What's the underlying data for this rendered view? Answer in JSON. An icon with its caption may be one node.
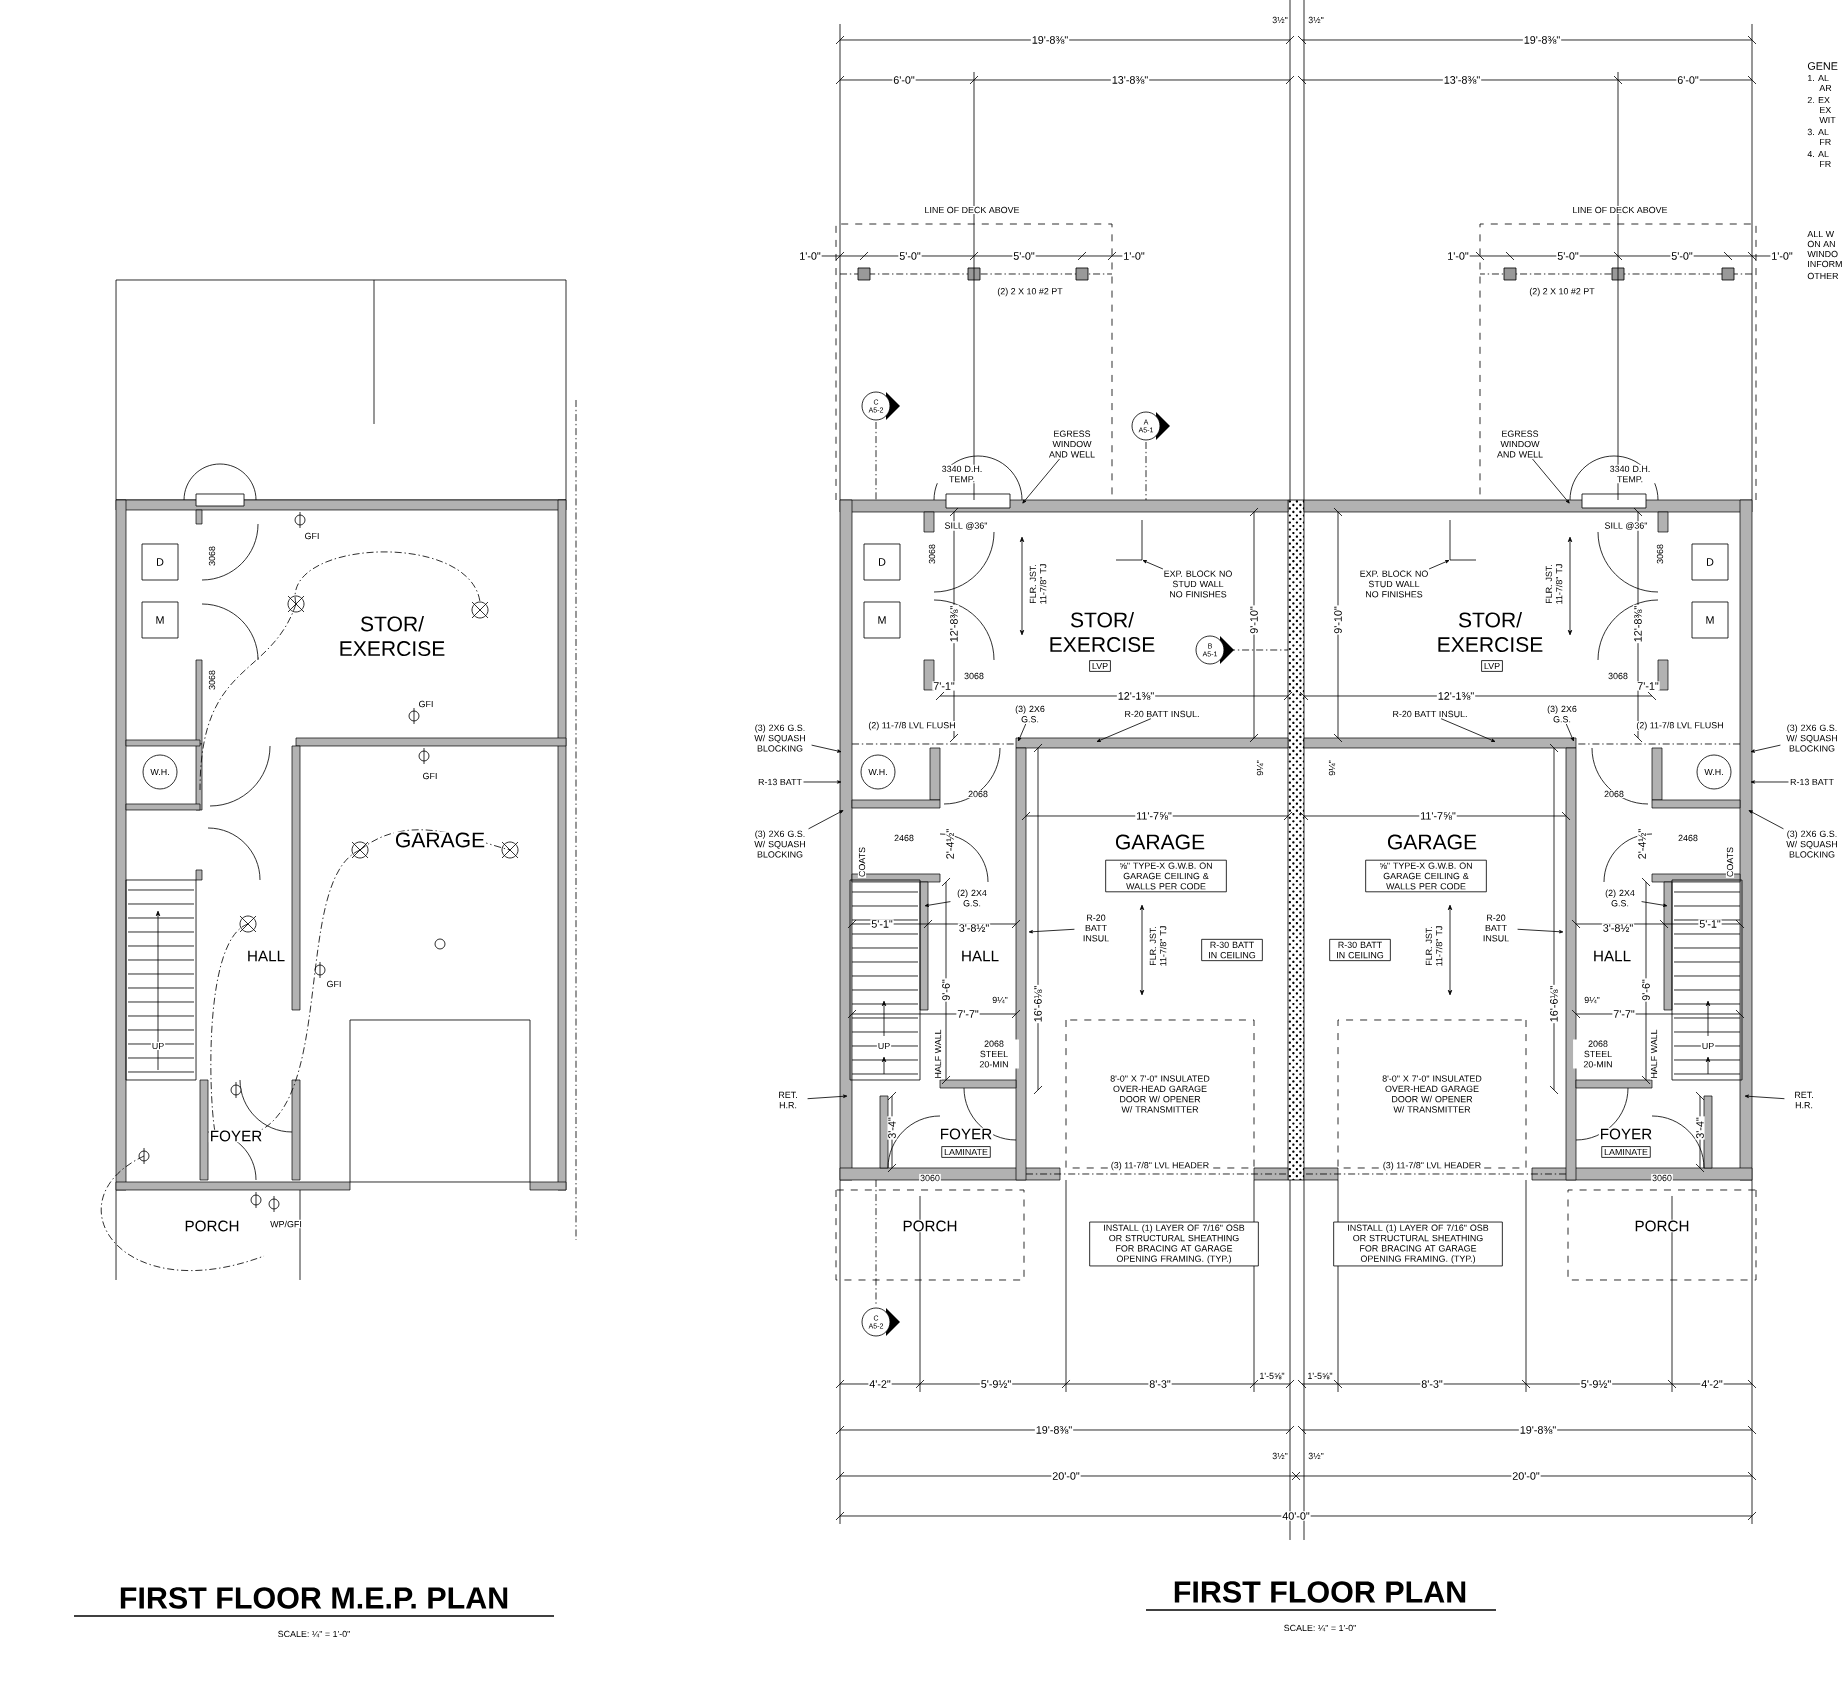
{
  "diagram": {
    "nodes": [
      {
        "text": [
          "D"
        ]
      },
      {
        "text": [
          "M"
        ]
      },
      {
        "text": [
          "W.H."
        ]
      },
      {
        "text": [
          "EGRESS WINDOW AND WELL"
        ]
      },
      {
        "text": [
          "D"
        ]
      },
      {
        "text": [
          "M"
        ]
      },
      {
        "text": [
          "EXP. BLOCK NO STUD WALL NO FINISHES"
        ]
      },
      {
        "text": [
          "LVP"
        ]
      },
      {
        "text": [
          "(3) 2X6 G.S."
        ]
      },
      {
        "text": [
          "R-20 BATT INSUL."
        ]
      },
      {
        "text": [
          "W.H."
        ]
      },
      {
        "text": [
          "⅝\" TYPE-X G.W.B. ON GARAGE CEILING & WALLS PER CODE"
        ]
      },
      {
        "text": [
          "(2) 2X4 G.S."
        ]
      },
      {
        "text": [
          "R-20 BATT INSUL"
        ]
      },
      {
        "text": [
          "R-30 BATT IN CEILING"
        ]
      },
      {
        "text": [
          "LAMINATE"
        ]
      },
      {
        "text": [
          "INSTALL (1) LAYER OF 7/16\" OSB OR STRUCTURAL SHEATHING FOR BRACING AT GARAGE OPENING FRAMING. (TYP.)"
        ]
      },
      {
        "text": [
          "(3) 2X6 G.S. W/ SQUASH BLOCKING"
        ]
      },
      {
        "text": [
          "R-13 BATT"
        ]
      },
      {
        "text": [
          "(3) 2X6 G.S. W/ SQUASH BLOCKING"
        ]
      },
      {
        "text": [
          "RET. H.R."
        ]
      },
      {
        "text": [
          "EGRESS WINDOW AND WELL"
        ]
      },
      {
        "text": [
          "D"
        ]
      },
      {
        "text": [
          "M"
        ]
      },
      {
        "text": [
          "EXP. BLOCK NO STUD WALL NO FINISHES"
        ]
      },
      {
        "text": [
          "LVP"
        ]
      },
      {
        "text": [
          "(3) 2X6 G.S."
        ]
      },
      {
        "text": [
          "R-20 BATT INSUL."
        ]
      },
      {
        "text": [
          "W.H."
        ]
      },
      {
        "text": [
          "⅝\" TYPE-X G.W.B. ON GARAGE CEILING & WALLS PER CODE"
        ]
      },
      {
        "text": [
          "(2) 2X4 G.S."
        ]
      },
      {
        "text": [
          "R-20 BATT INSUL"
        ]
      },
      {
        "text": [
          "R-30 BATT IN CEILING"
        ]
      },
      {
        "text": [
          "LAMINATE"
        ]
      },
      {
        "text": [
          "INSTALL (1) LAYER OF 7/16\" OSB OR STRUCTURAL SHEATHING FOR BRACING AT GARAGE OPENING FRAMING. (TYP.)"
        ]
      },
      {
        "text": [
          "(3) 2X6 G.S. W/ SQUASH BLOCKING"
        ]
      },
      {
        "text": [
          "R-13 BATT"
        ]
      },
      {
        "text": [
          "(3) 2X6 G.S. W/ SQUASH BLOCKING"
        ]
      },
      {
        "text": [
          "RET. H.R."
        ]
      },
      {
        "text": [
          "C",
          "A5-2"
        ]
      },
      {
        "text": [
          "A",
          "A5-1"
        ]
      },
      {
        "text": [
          "B",
          "A5-1"
        ]
      },
      {
        "text": [
          "C",
          "A5-2"
        ]
      }
    ],
    "edges": [
      {
        "from": 3,
        "to": null,
        "arrow": "to"
      },
      {
        "from": 6,
        "to": null,
        "arrow": "to"
      },
      {
        "from": 8,
        "to": null,
        "arrow": "to"
      },
      {
        "from": 9,
        "to": null,
        "arrow": "to"
      },
      {
        "from": 12,
        "to": null,
        "arrow": "to"
      },
      {
        "from": 13,
        "to": null,
        "arrow": "to"
      },
      {
        "from": 17,
        "to": null,
        "arrow": "to"
      },
      {
        "from": 18,
        "to": null,
        "arrow": "to"
      },
      {
        "from": 19,
        "to": null,
        "arrow": "to"
      },
      {
        "from": 20,
        "to": null,
        "arrow": "to"
      },
      {
        "from": 21,
        "to": null,
        "arrow": "to"
      },
      {
        "from": 24,
        "to": null,
        "arrow": "to"
      },
      {
        "from": 26,
        "to": null,
        "arrow": "to"
      },
      {
        "from": 27,
        "to": null,
        "arrow": "to"
      },
      {
        "from": 30,
        "to": null,
        "arrow": "to"
      },
      {
        "from": 31,
        "to": null,
        "arrow": "to"
      },
      {
        "from": 35,
        "to": null,
        "arrow": "to"
      },
      {
        "from": 36,
        "to": null,
        "arrow": "to"
      },
      {
        "from": 37,
        "to": null,
        "arrow": "to"
      },
      {
        "from": 38,
        "to": null,
        "arrow": "to"
      }
    ],
    "labels": [
      "STOR/ EXERCISE",
      "GARAGE",
      "HALL",
      "FOYER",
      "PORCH",
      "3068",
      "3068",
      "GFI",
      "GFI",
      "GFI",
      "GFI",
      "WP/GFI",
      "UP",
      "LINE OF DECK ABOVE",
      "1'-0\"",
      "5'-0\"",
      "5'-0\"",
      "1'-0\"",
      "(2) 2 X 10 #2 PT",
      "6'-0\"",
      "13'-8⅜\"",
      "19'-8⅜\"",
      "3340 D.H. TEMP.",
      "SILL @36\"",
      "3068",
      "12'-8⅜\"",
      "FLR. JST. 11-7/8\" TJ",
      "STOR/ EXERCISE",
      "9'-10\"",
      "7'-1\"",
      "3068",
      "12'-1⅜\"",
      "(2) 11-7/8 LVL FLUSH",
      "9¼\"",
      "2068",
      "11'-7⅝\"",
      "GARAGE",
      "2468",
      "COATS",
      "2'-4½\"",
      "3'-8½\"",
      "5'-1\"",
      "HALL",
      "FLR. JST. 11-7/8\" TJ",
      "16'-6⅛\"",
      "9'-6\"",
      "7'-7\"",
      "9¼\"",
      "HALF WALL",
      "2068 STEEL 20-MIN",
      "UP",
      "8'-0\" X 7'-0\" INSULATED OVER-HEAD GARAGE DOOR W/ OPENER W/ TRANSMITTER",
      "FOYER",
      "3'-4\"",
      "3060",
      "(3) 11-7/8\" LVL HEADER",
      "PORCH",
      "4'-2\"",
      "5'-9½\"",
      "8'-3\"",
      "1'-5⅝\"",
      "19'-8⅜\"",
      "20'-0\"",
      "LINE OF DECK ABOVE",
      "1'-0\"",
      "5'-0\"",
      "5'-0\"",
      "1'-0\"",
      "(2) 2 X 10 #2 PT",
      "6'-0\"",
      "13'-8⅜\"",
      "19'-8⅜\"",
      "3340 D.H. TEMP.",
      "SILL @36\"",
      "3068",
      "12'-8⅜\"",
      "FLR. JST. 11-7/8\" TJ",
      "STOR/ EXERCISE",
      "9'-10\"",
      "7'-1\"",
      "3068",
      "12'-1⅜\"",
      "(2) 11-7/8 LVL FLUSH",
      "9¼\"",
      "2068",
      "11'-7⅝\"",
      "GARAGE",
      "2468",
      "COATS",
      "2'-4½\"",
      "3'-8½\"",
      "5'-1\"",
      "HALL",
      "FLR. JST. 11-7/8\" TJ",
      "16'-6⅛\"",
      "9'-6\"",
      "7'-7\"",
      "9¼\"",
      "HALF WALL",
      "2068 STEEL 20-MIN",
      "UP",
      "8'-0\" X 7'-0\" INSULATED OVER-HEAD GARAGE DOOR W/ OPENER W/ TRANSMITTER",
      "FOYER",
      "3'-4\"",
      "3060",
      "(3) 11-7/8\" LVL HEADER",
      "PORCH",
      "4'-2\"",
      "5'-9½\"",
      "8'-3\"",
      "1'-5⅝\"",
      "19'-8⅜\"",
      "20'-0\"",
      "3½\"",
      "3½\"",
      "3½\"",
      "3½\"",
      "40'-0\"",
      "GENE",
      "1. AL",
      "AR",
      "2. EX",
      "EX",
      "WIT",
      "3. AL",
      "FR",
      "4. AL",
      "FR",
      "ALL W",
      "ON AN",
      "WINDO",
      "INFORM",
      "OTHER",
      "FIRST FLOOR M.E.P. PLAN",
      "SCALE: ¼\" = 1'-0\"",
      "FIRST FLOOR PLAN",
      "SCALE: ¼\" = 1'-0\""
    ]
  }
}
